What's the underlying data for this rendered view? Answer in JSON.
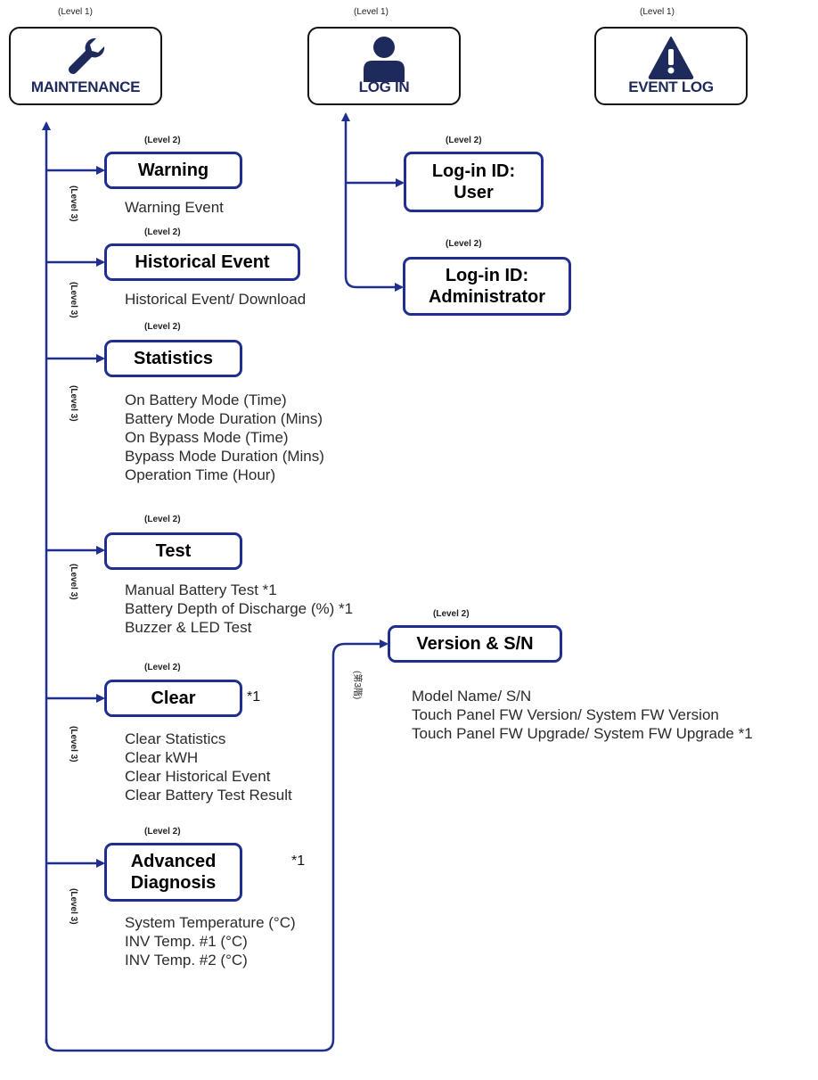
{
  "level1_label": "(Level 1)",
  "level2_label": "(Level 2)",
  "level3_label": "(Level 3)",
  "level3_label_alt": "(第3階)",
  "note_marker": "*1",
  "top": {
    "maintenance": {
      "label": "MAINTENANCE",
      "icon": "wrench-icon"
    },
    "login": {
      "label": "LOG IN",
      "icon": "user-icon"
    },
    "eventlog": {
      "label": "EVENT LOG",
      "icon": "warning-icon"
    }
  },
  "maintenance": {
    "warning": {
      "title": "Warning",
      "items": [
        "Warning Event"
      ]
    },
    "historical": {
      "title": "Historical Event",
      "items": [
        "Historical Event/ Download"
      ]
    },
    "statistics": {
      "title": "Statistics",
      "items": [
        "On Battery Mode (Time)",
        "Battery Mode Duration (Mins)",
        "On Bypass Mode (Time)",
        "Bypass Mode Duration (Mins)",
        "Operation Time (Hour)"
      ]
    },
    "test": {
      "title": "Test",
      "items": [
        "Manual Battery Test *1",
        "Battery Depth of Discharge (%) *1",
        "Buzzer & LED Test"
      ]
    },
    "clear": {
      "title": "Clear",
      "items": [
        "Clear Statistics",
        "Clear kWH",
        "Clear Historical Event",
        "Clear Battery Test Result"
      ]
    },
    "advanced": {
      "title_line1": "Advanced",
      "title_line2": "Diagnosis",
      "items": [
        "System Temperature (°C)",
        "INV Temp. #1 (°C)",
        "INV Temp. #2 (°C)"
      ]
    },
    "version": {
      "title": "Version & S/N",
      "items": [
        "Model Name/ S/N",
        "Touch Panel FW Version/ System FW Version",
        "Touch Panel FW Upgrade/ System FW Upgrade *1"
      ]
    }
  },
  "login": {
    "user": {
      "line1": "Log-in ID:",
      "line2": "User"
    },
    "admin": {
      "line1": "Log-in ID:",
      "line2": "Administrator"
    }
  },
  "colors": {
    "arrow": "#1f2e8f",
    "label_text": "#1f2a5c"
  }
}
